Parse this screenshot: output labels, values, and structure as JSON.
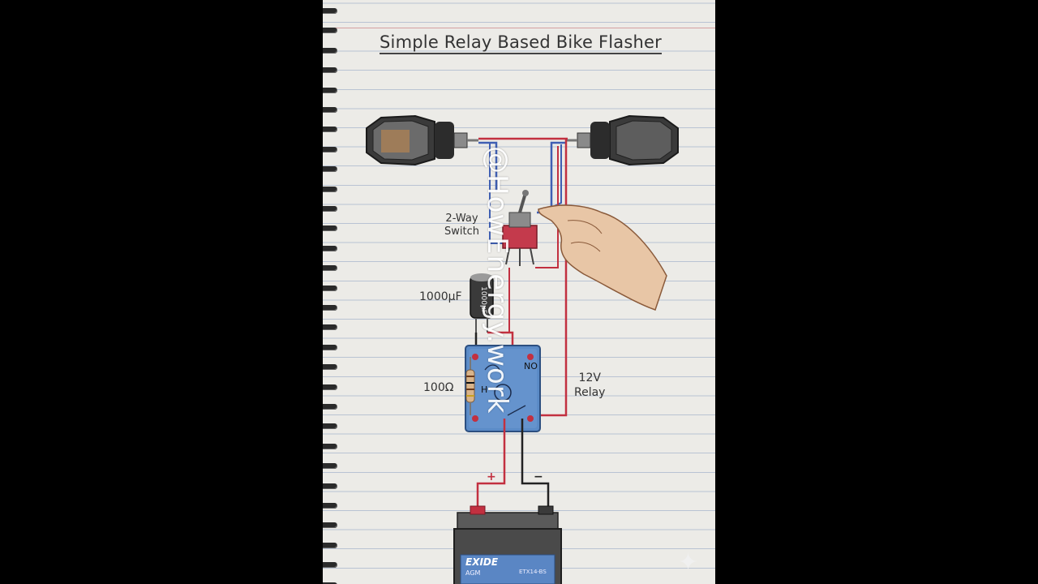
{
  "title": "Simple Relay Based Bike Flasher",
  "labels": {
    "switch_line1": "2-Way",
    "switch_line2": "Switch",
    "capacitor": "1000μF",
    "capacitor_body": "1000μF",
    "resistor": "100Ω",
    "relay_line1": "12V",
    "relay_line2": "Relay",
    "relay_no": "NO",
    "relay_h": "H",
    "battery_plus": "+",
    "battery_minus": "−",
    "battery_brand": "EXIDE",
    "battery_type": "AGM",
    "battery_model": "ETX14-BS"
  },
  "watermark": "@HowEnergy.work",
  "colors": {
    "background": "#000000",
    "paper": "#ecebe7",
    "wire_red": "#c23040",
    "wire_blue": "#3f5fb3",
    "wire_black": "#222222",
    "relay_body": "#5b8bc7",
    "switch_body": "#c43a4c",
    "battery_body": "#555555",
    "battery_label": "#5a86c4"
  }
}
